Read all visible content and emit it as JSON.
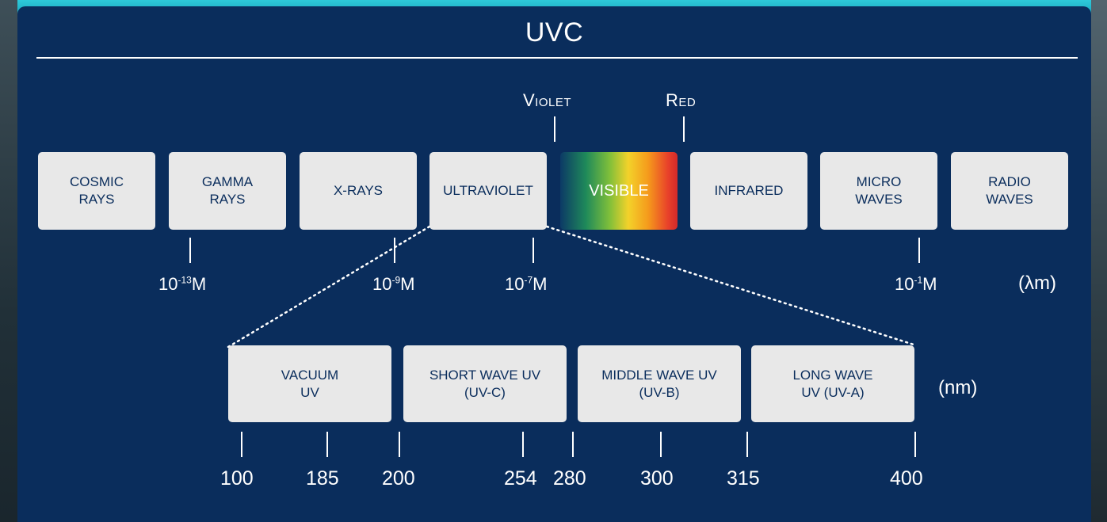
{
  "title": "UVC",
  "spectrum": {
    "boxes": [
      {
        "id": "cosmic",
        "label": "COSMIC\nRAYS"
      },
      {
        "id": "gamma",
        "label": "GAMMA\nRAYS"
      },
      {
        "id": "xrays",
        "label": "X-RAYS"
      },
      {
        "id": "ultraviolet",
        "label": "ULTRAVIOLET"
      },
      {
        "id": "visible",
        "label": "VISIBLE"
      },
      {
        "id": "infrared",
        "label": "INFRARED"
      },
      {
        "id": "micro",
        "label": "MICRO\nWAVES"
      },
      {
        "id": "radio",
        "label": "RADIO\nWAVES"
      }
    ],
    "visible_ends": {
      "violet": "Violet",
      "red": "Red"
    },
    "scale_labels": [
      {
        "base": "10",
        "exp": "-13",
        "unit": "M"
      },
      {
        "base": "10",
        "exp": "-9",
        "unit": "M"
      },
      {
        "base": "10",
        "exp": "-7",
        "unit": "M"
      },
      {
        "base": "10",
        "exp": "-1",
        "unit": "M"
      }
    ],
    "unit": "(λm)"
  },
  "uv_detail": {
    "boxes": [
      {
        "id": "vacuum",
        "label": "VACUUM\nUV"
      },
      {
        "id": "uvc",
        "label": "SHORT WAVE UV\n(UV-C)"
      },
      {
        "id": "uvb",
        "label": "MIDDLE WAVE UV\n(UV-B)"
      },
      {
        "id": "uva",
        "label": "LONG WAVE\nUV (UV-A)"
      }
    ],
    "ticks": [
      "100",
      "185",
      "200",
      "254",
      "280",
      "300",
      "315",
      "400"
    ],
    "unit": "(nm)"
  },
  "colors": {
    "panel": "#0a2d5c",
    "box": "#e8e8e8",
    "text_dark": "#0a2d5c",
    "text_light": "#ffffff"
  }
}
